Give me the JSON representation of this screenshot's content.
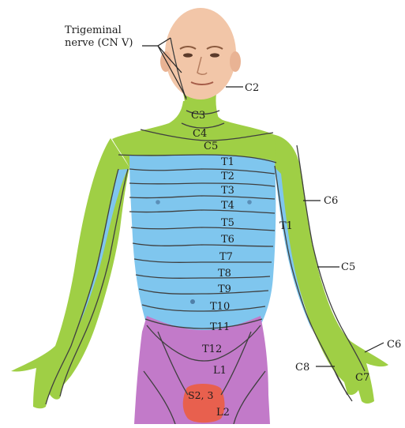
{
  "labels": {
    "trigeminal_line1": "Trigeminal",
    "trigeminal_line2": "nerve (CN V)",
    "c2": "C2",
    "c3": "C3",
    "c4": "C4",
    "c5_neck": "C5",
    "t1": "T1",
    "t2": "T2",
    "t3": "T3",
    "t4": "T4",
    "t5": "T5",
    "t6": "T6",
    "t7": "T7",
    "t8": "T8",
    "t9": "T9",
    "t10": "T10",
    "t11": "T11",
    "t12": "T12",
    "t1_arm": "T1",
    "c6_arm": "C6",
    "c5_arm": "C5",
    "c6_hand": "C6",
    "c7_hand": "C7",
    "c8_hand": "C8",
    "l1": "L1",
    "l2": "L2",
    "s23": "S2, 3"
  },
  "colors": {
    "skin": "#f2c6a8",
    "cervical_green": "#9fcf45",
    "thoracic_blue": "#7fc6ee",
    "lumbar_purple": "#c27ac9",
    "sacral_red": "#e8604e"
  }
}
